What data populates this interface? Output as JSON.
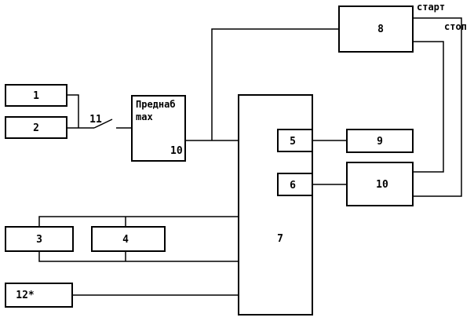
{
  "blocks": {
    "b1": "1",
    "b2": "2",
    "b3": "3",
    "b4": "4",
    "b5": "5",
    "b6": "6",
    "b7": "7",
    "b8": "8",
    "b9": "9",
    "b10": "10",
    "b12": "12*"
  },
  "switch_label": "11",
  "preset": {
    "line1": "Преднаб",
    "line2": "max",
    "contact_label": "10"
  },
  "signals": {
    "start": "старт",
    "stop": "стоп"
  }
}
